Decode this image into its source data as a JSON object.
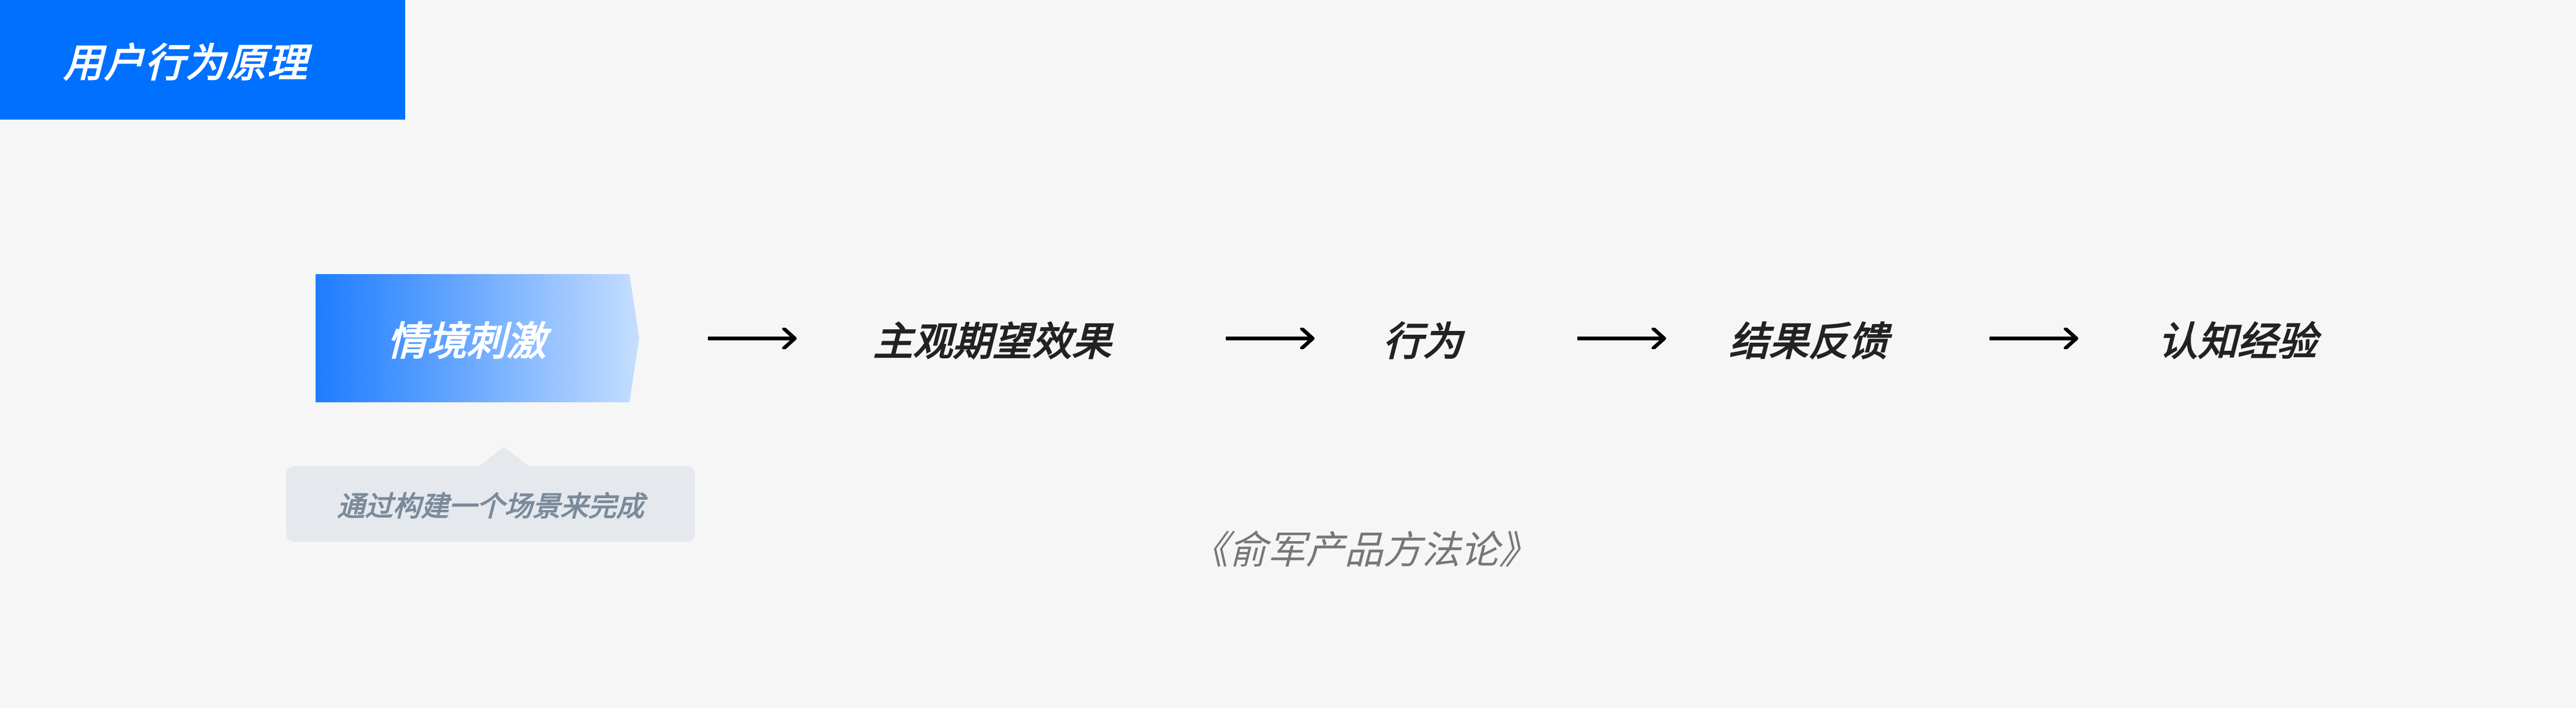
{
  "header": {
    "title": "用户行为原理"
  },
  "flow": {
    "steps": [
      "情境刺激",
      "主观期望效果",
      "行为",
      "结果反馈",
      "认知经验"
    ],
    "arrow_icon": "right-arrow-icon"
  },
  "tooltip": {
    "text": "通过构建一个场景来完成"
  },
  "citation": "《俞军产品方法论》",
  "colors": {
    "brand": "#0070ff",
    "gradient_start": "#1e7cff",
    "gradient_end": "#c5deff",
    "tooltip_bg": "#e5e8ed"
  }
}
